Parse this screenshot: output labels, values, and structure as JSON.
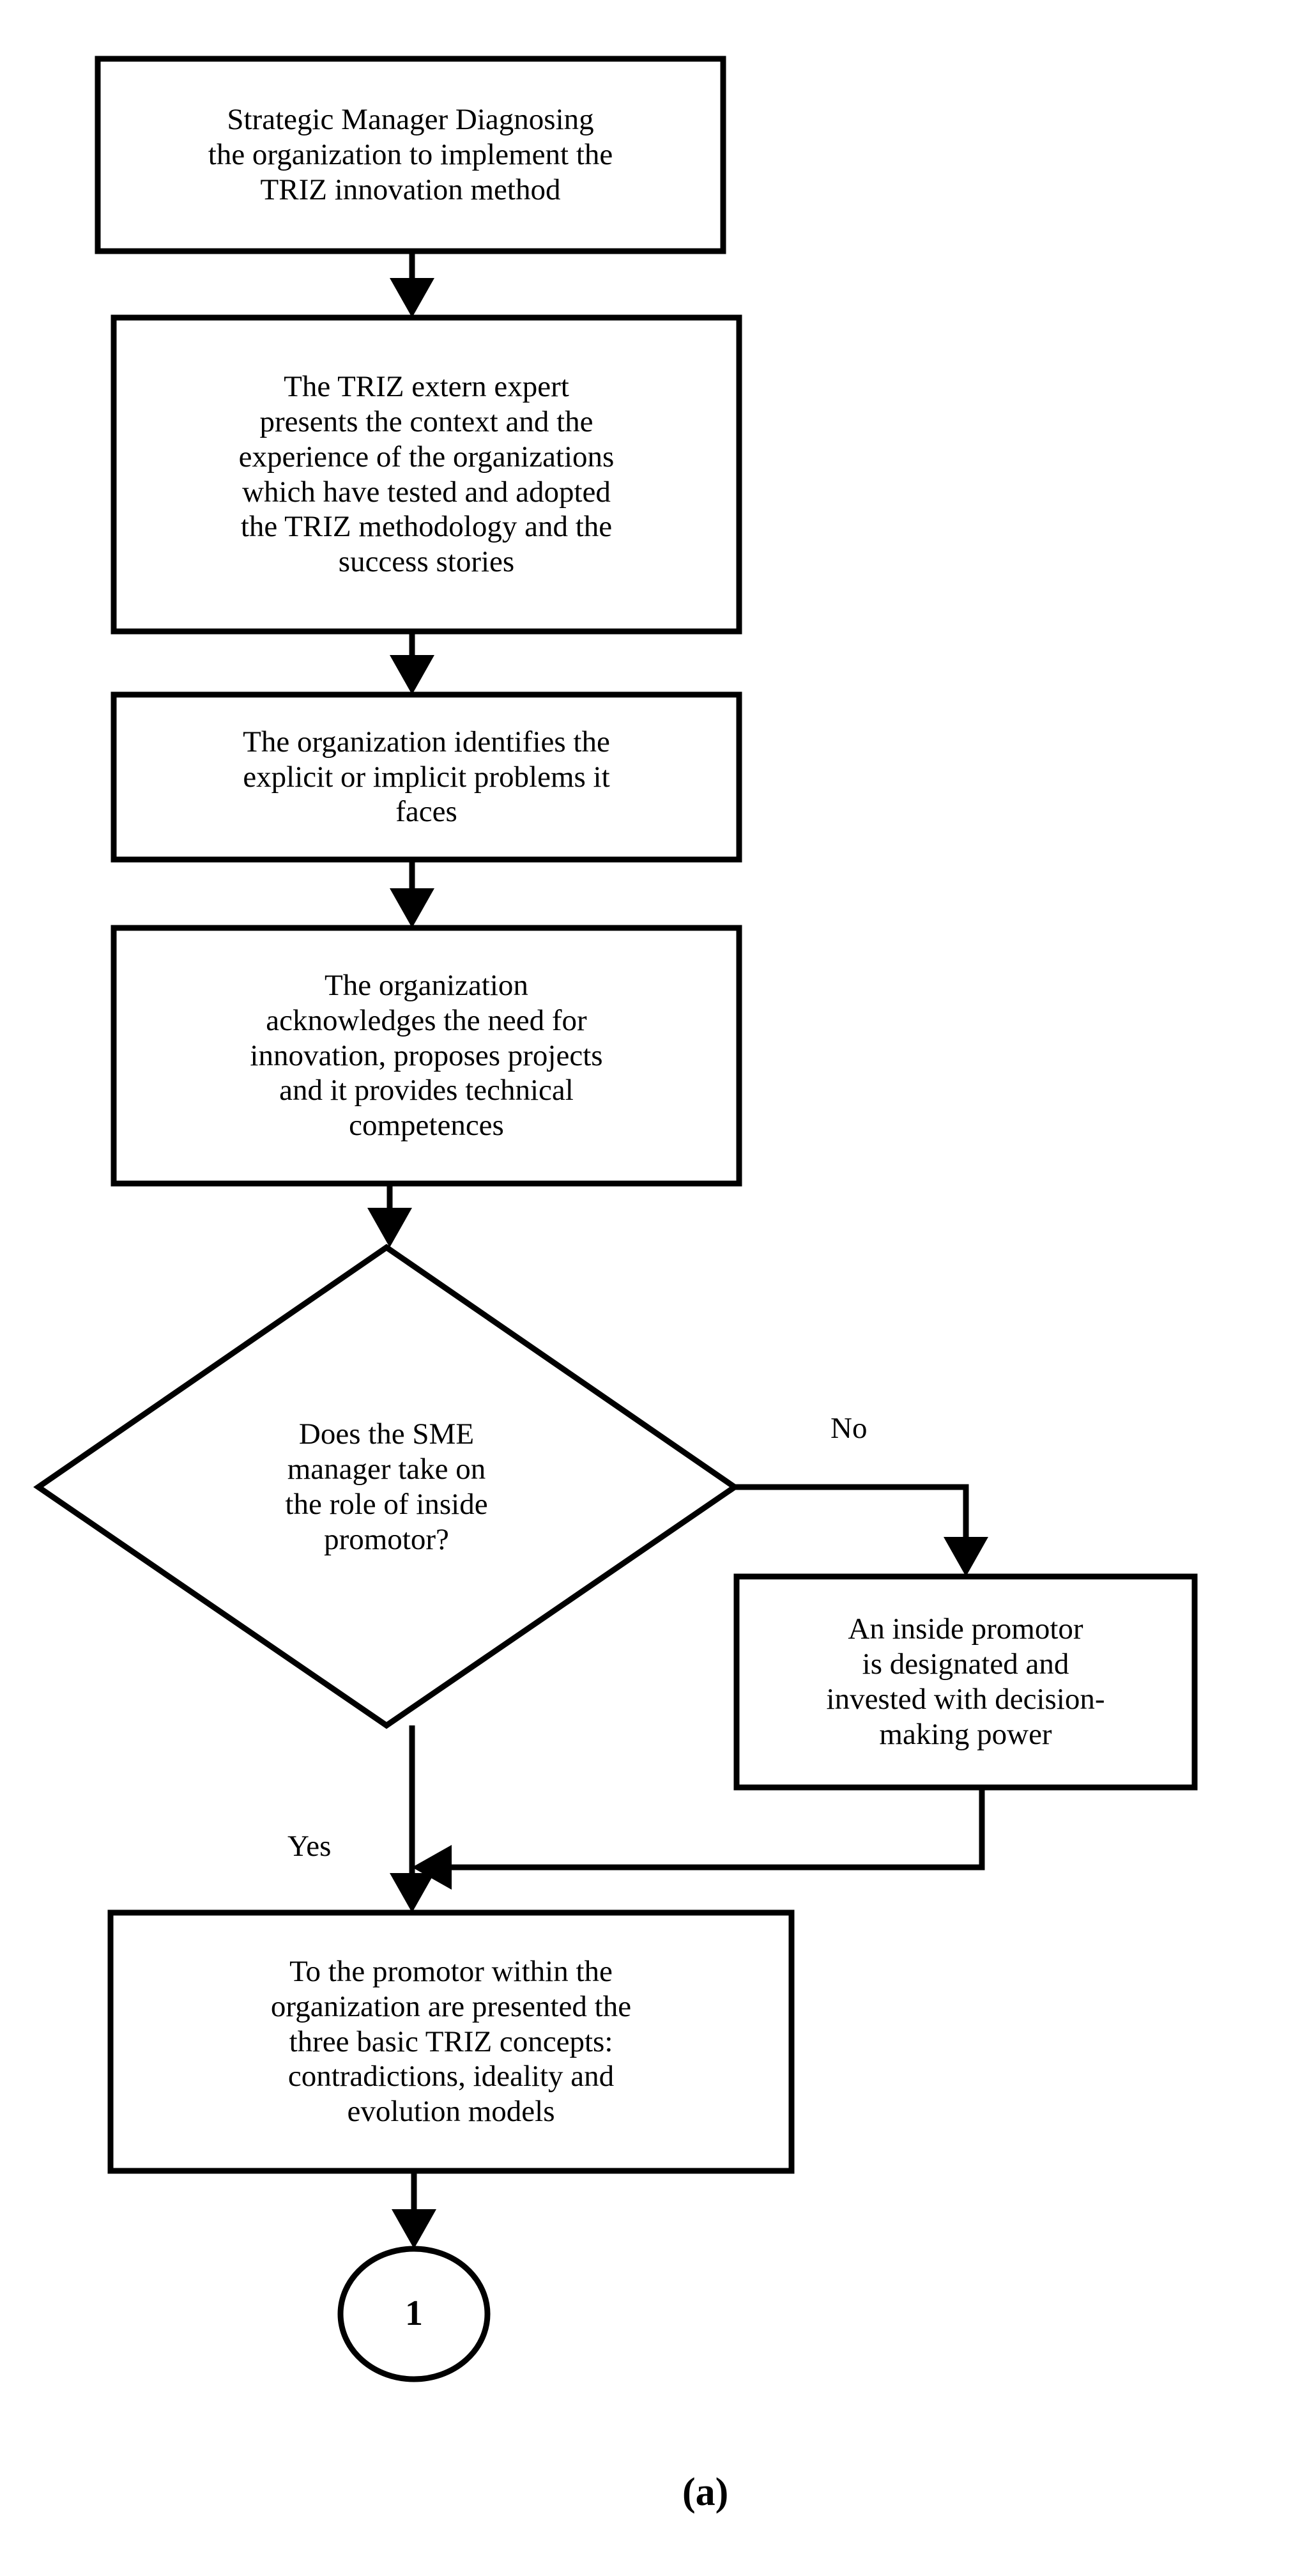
{
  "figure": {
    "caption": "(a)",
    "type": "flowchart"
  },
  "nodes": [
    {
      "id": "n1",
      "shape": "process",
      "text": "Strategic Manager Diagnosing\nthe organization to implement the\nTRIZ innovation method"
    },
    {
      "id": "n2",
      "shape": "process",
      "text": "The TRIZ extern expert\npresents the context and the\nexperience of the organizations\nwhich have tested and adopted\nthe TRIZ methodology and the\nsuccess stories"
    },
    {
      "id": "n3",
      "shape": "process",
      "text": "The organization identifies the\nexplicit or implicit problems it\nfaces"
    },
    {
      "id": "n4",
      "shape": "process",
      "text": "The organization\nacknowledges the need for\ninnovation, proposes projects\nand it provides technical\ncompetences"
    },
    {
      "id": "d1",
      "shape": "decision",
      "text": "Does the SME\nmanager take on\nthe role of inside\npromotor?"
    },
    {
      "id": "n5",
      "shape": "process",
      "text": "An inside promotor\nis designated and\ninvested with decision-\nmaking power"
    },
    {
      "id": "n6",
      "shape": "process",
      "text": "To the promotor within the\norganization are presented the\nthree basic TRIZ concepts:\ncontradictions, ideality and\nevolution models"
    },
    {
      "id": "c1",
      "shape": "connector-circle",
      "text": "1"
    }
  ],
  "edge_labels": {
    "no": "No",
    "yes": "Yes"
  },
  "colors": {
    "stroke": "#000000",
    "fill": "#ffffff",
    "text": "#000000"
  }
}
